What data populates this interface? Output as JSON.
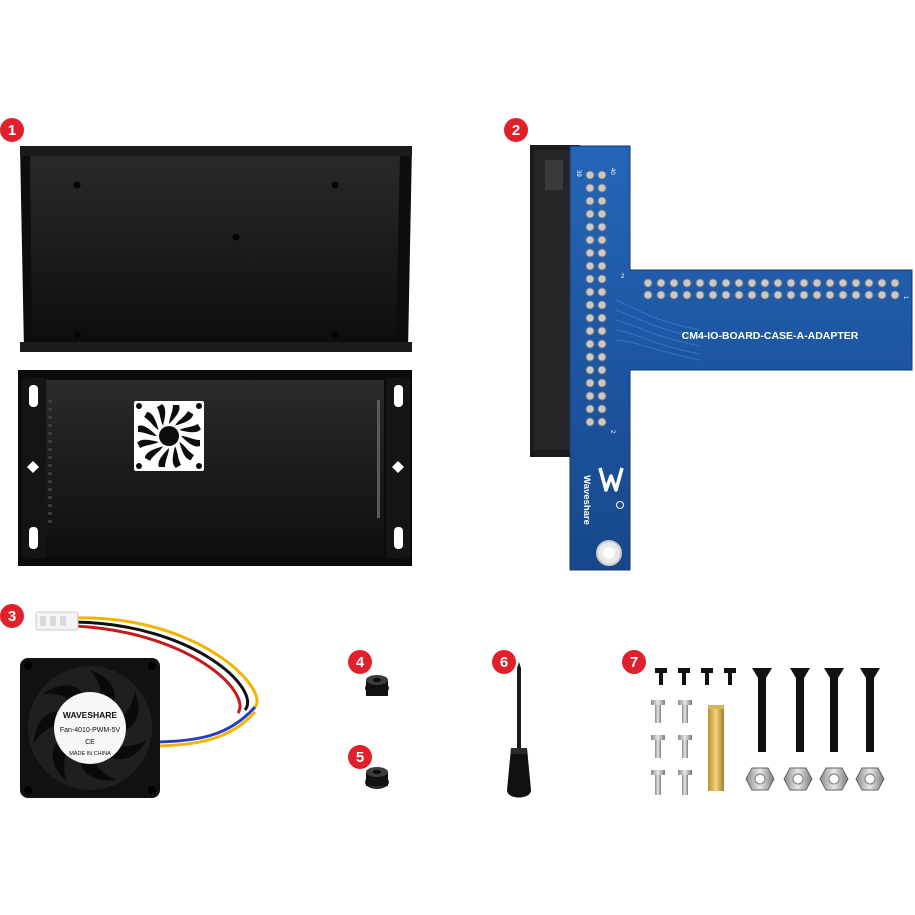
{
  "badge_color": "#e0202a",
  "badges": [
    "1",
    "2",
    "3",
    "4",
    "5",
    "6",
    "7"
  ],
  "adapter": {
    "label": "CM4-IO-BOARD-CASE-A-ADAPTER",
    "brand": "Waveshare",
    "pin_top_left": "39",
    "pin_top_right": "40",
    "pin_mid_label": "2",
    "pin_bottom_label": "2",
    "pin_right_label": "1",
    "board_color": "#1e5aa8"
  },
  "fan": {
    "brand": "WAVESHARE",
    "model": "Fan-4010-PWM-5V",
    "origin": "MADE IN CHINA",
    "ce": "CE"
  }
}
